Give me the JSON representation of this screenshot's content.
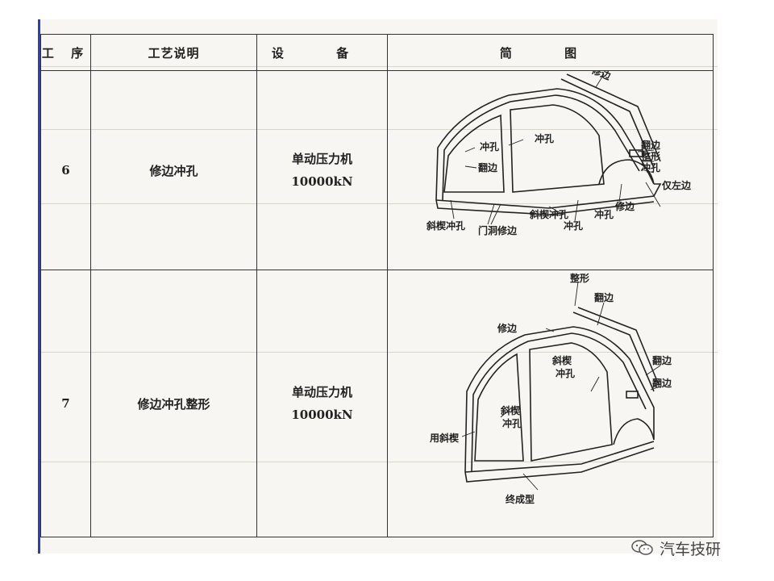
{
  "table": {
    "headers": {
      "seq": "工 序",
      "process": "工艺说明",
      "equipment": "设 备",
      "sketch": "简 图"
    },
    "rows": [
      {
        "seq": "6",
        "process": "修边冲孔",
        "equipment_name": "单动压力机",
        "equipment_force": "10000kN",
        "sketch_labels": [
          "修边",
          "翻边",
          "整形",
          "冲孔",
          "冲孔",
          "仅左边",
          "修边",
          "冲孔",
          "翻边",
          "斜楔冲孔",
          "斜楔冲孔",
          "门洞修边",
          "冲孔",
          "冲孔"
        ]
      },
      {
        "seq": "7",
        "process": "修边冲孔整形",
        "equipment_name": "单动压力机",
        "equipment_force": "10000kN",
        "sketch_labels": [
          "整形",
          "翻边",
          "修边",
          "翻边",
          "翻边",
          "斜楔",
          "冲孔",
          "斜楔",
          "冲孔",
          "用斜楔",
          "终成型"
        ]
      }
    ]
  },
  "watermark": {
    "text": "汽车技研",
    "icon": "wechat-icon"
  }
}
